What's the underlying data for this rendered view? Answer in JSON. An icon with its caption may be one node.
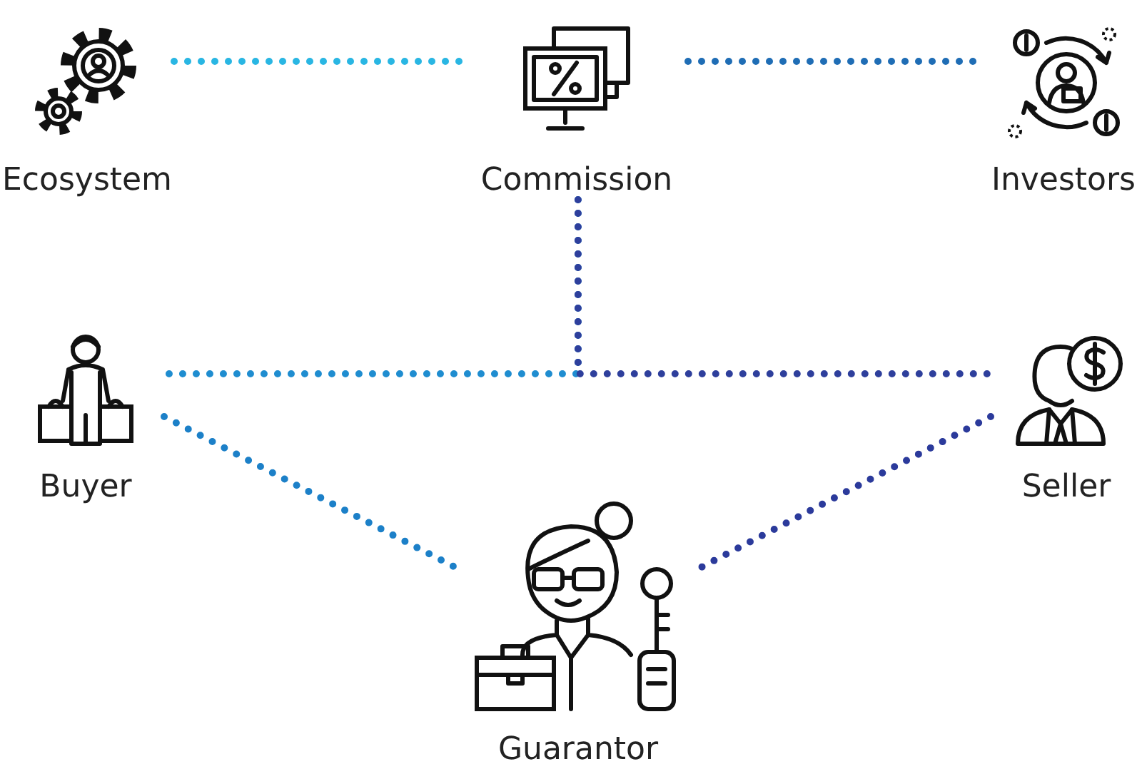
{
  "diagram": {
    "nodes": [
      {
        "text": [
          "Ecosystem"
        ]
      },
      {
        "text": [
          "Commission"
        ]
      },
      {
        "text": [
          "Investors"
        ]
      },
      {
        "text": [
          "Buyer"
        ]
      },
      {
        "text": [
          "Seller"
        ]
      },
      {
        "text": [
          "Guarantor"
        ]
      }
    ],
    "edges": [
      {
        "from": 0,
        "to": 1,
        "arrow": "none",
        "style": "dashed",
        "color": "#29b6e3"
      },
      {
        "from": 1,
        "to": 2,
        "arrow": "none",
        "style": "dashed",
        "color": "#1f6db5"
      },
      {
        "from": 1,
        "to": 3,
        "arrow": "none",
        "style": "dashed",
        "color": "#1f8dd0"
      },
      {
        "from": 1,
        "to": 4,
        "arrow": "none",
        "style": "dashed",
        "color": "#2e3f9c"
      },
      {
        "from": 3,
        "to": 5,
        "arrow": "none",
        "style": "dashed",
        "color": "#1c80c8"
      },
      {
        "from": 4,
        "to": 5,
        "arrow": "none",
        "style": "dashed",
        "color": "#2b3a9b"
      }
    ]
  }
}
